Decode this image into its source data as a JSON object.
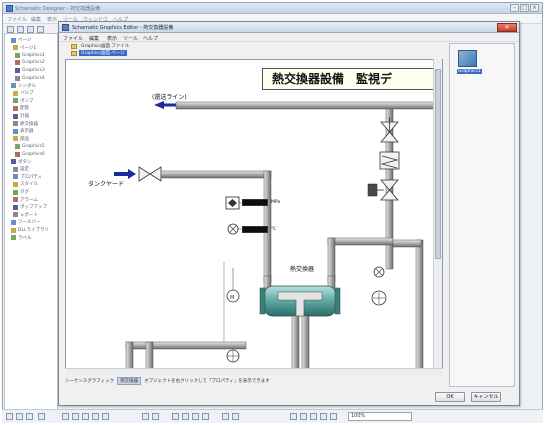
{
  "outer_window": {
    "title": "Schematic Designer - 熱交換器設備",
    "menu": [
      "ファイル",
      "編集",
      "表示",
      "ツール",
      "ウィンドウ",
      "ヘルプ"
    ]
  },
  "tree": {
    "items": [
      "ページ",
      "ページ1",
      "Graphics1",
      "Graphics2",
      "Graphics3",
      "Graphics4",
      "シンボル",
      "バルブ",
      "ポンプ",
      "配管",
      "計器",
      "熱交換器",
      "表示器",
      "部品",
      "Graphics5",
      "Graphics6",
      "ボタン",
      "設定",
      "プロパティ",
      "スタイル",
      "タグ",
      "アラーム",
      "ポップアップ",
      "レポート",
      "ツールバー",
      "DLLライブラリ",
      "ラベル"
    ]
  },
  "dialog": {
    "title": "Schematic Graphics Editor - 熱交換器設備",
    "close_label": "✕",
    "menu": [
      "ファイル",
      "編集",
      "表示",
      "ツール",
      "ヘルプ"
    ],
    "subtabs": [
      "Graphics画面.ファイル",
      "Graphics画面.ページ"
    ],
    "status": {
      "prefix": "シーケンスグラフィック",
      "selected": "熱交換器",
      "message": "オブジェクトを右クリックして「プロパティ」を表示できます"
    },
    "ok_label": "OK",
    "cancel_label": "キャンセル"
  },
  "schematic": {
    "banner": "熱交換器設備　監視デ",
    "return_line": "(還送ライン)",
    "tank_yard": "タンクヤード",
    "heat_exchanger": "熱交換器",
    "unit_pressure": "MPa",
    "unit_temp": "℃"
  },
  "right_panel": {
    "thumb_label": "Graphics1"
  },
  "bottombar": {
    "zoom": "100%"
  }
}
